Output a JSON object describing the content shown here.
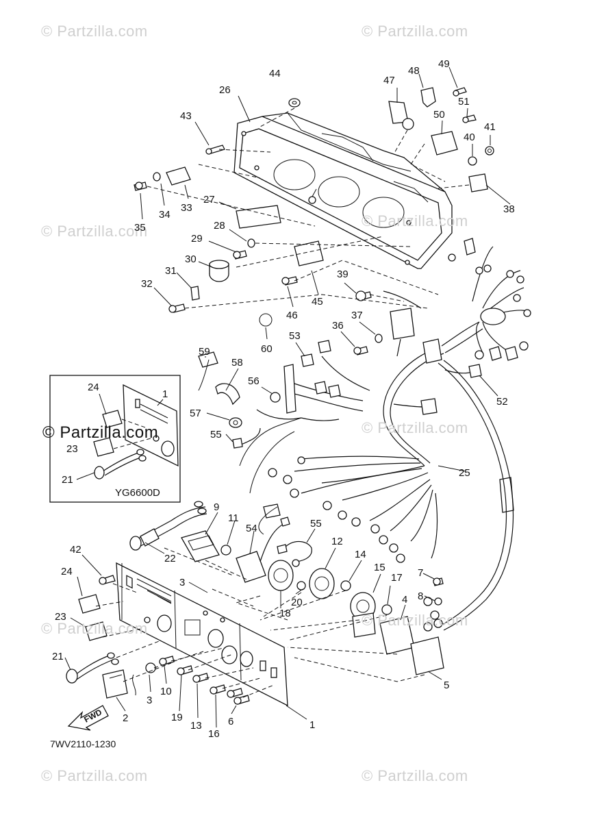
{
  "watermarks": [
    "© Partzilla.com",
    "© Partzilla.com",
    "© Partzilla.com",
    "© Partzilla.com",
    "© Partzilla.com",
    "© Partzilla.com",
    "© Partzilla.com",
    "© Partzilla.com",
    "© Partzilla.com"
  ],
  "inset": {
    "caption": "YG6600D",
    "watermark": "© Partzilla.com",
    "labels": [
      "24",
      "1",
      "23",
      "21"
    ]
  },
  "labels": {
    "p44": "44",
    "p26": "26",
    "p47": "47",
    "p48": "48",
    "p49": "49",
    "p43": "43",
    "p51": "51",
    "p50": "50",
    "p41": "41",
    "p40": "40",
    "p27": "27",
    "p28": "28",
    "p29": "29",
    "p30": "30",
    "p31": "31",
    "p32": "32",
    "p33": "33",
    "p34": "34",
    "p35": "35",
    "p38": "38",
    "p39": "39",
    "p37": "37",
    "p36": "36",
    "p45": "45",
    "p46": "46",
    "p53": "53",
    "p60": "60",
    "p59": "59",
    "p58": "58",
    "p56": "56",
    "p57": "57",
    "p55a": "55",
    "p52": "52",
    "p25": "25",
    "p9": "9",
    "p11": "11",
    "p54": "54",
    "p55b": "55",
    "p12": "12",
    "p14": "14",
    "p15": "15",
    "p42": "42",
    "p22": "22",
    "p3a": "3",
    "p24": "24",
    "p23": "23",
    "p21": "21",
    "p20": "20",
    "p18": "18",
    "p7": "7",
    "p17": "17",
    "p8": "8",
    "p4": "4",
    "p5": "5",
    "p10": "10",
    "p3b": "3",
    "p2": "2",
    "p19": "19",
    "p13": "13",
    "p16": "16",
    "p6": "6",
    "p1": "1"
  },
  "fwd_label": "FWD",
  "footer_code": "7WV2110-1230"
}
